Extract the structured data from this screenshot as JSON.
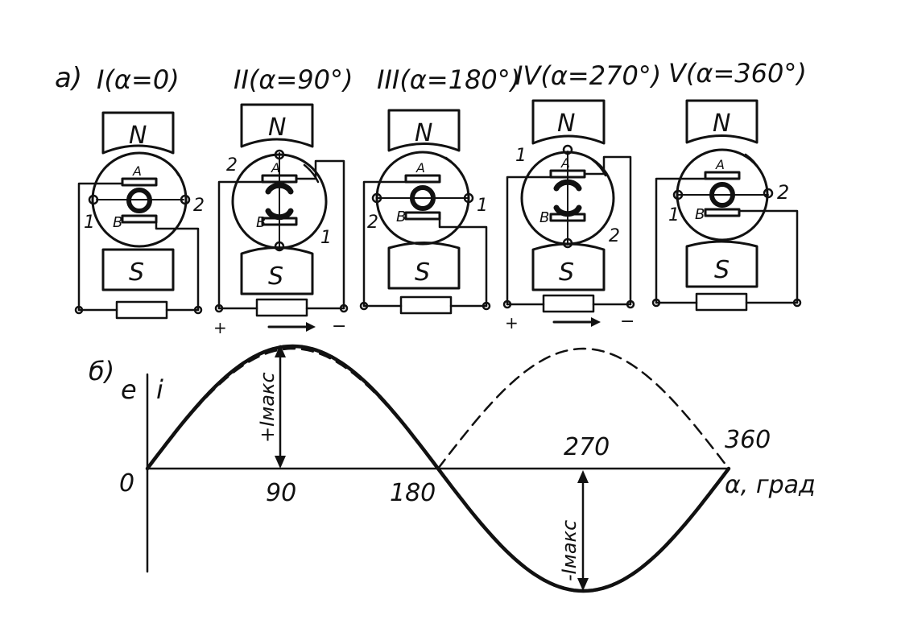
{
  "panel_a": {
    "label": "a)",
    "positions": [
      {
        "title": "I(α=0)",
        "pole_top": "N",
        "pole_bottom": "S",
        "brush_top": "A",
        "brush_bottom": "B",
        "terminal_left": "1",
        "terminal_right": "2",
        "sign_left": "",
        "sign_right": "",
        "arrow": false
      },
      {
        "title": "II(α=90°)",
        "pole_top": "N",
        "pole_bottom": "S",
        "brush_top": "A",
        "brush_bottom": "B",
        "terminal_top": "2",
        "terminal_bottom": "1",
        "sign_left": "+",
        "sign_right": "−",
        "arrow": true
      },
      {
        "title": "III(α=180°)",
        "pole_top": "N",
        "pole_bottom": "S",
        "brush_top": "A",
        "brush_bottom": "B",
        "terminal_left": "2",
        "terminal_right": "1",
        "sign_left": "",
        "sign_right": "",
        "arrow": false
      },
      {
        "title": "IV(α=270°)",
        "pole_top": "N",
        "pole_bottom": "S",
        "brush_top": "A",
        "brush_bottom": "B",
        "terminal_top": "1",
        "terminal_bottom": "2",
        "sign_left": "+",
        "sign_right": "−",
        "arrow": true
      },
      {
        "title": "V(α=360°)",
        "pole_top": "N",
        "pole_bottom": "S",
        "brush_top": "A",
        "brush_bottom": "B",
        "terminal_left": "1",
        "terminal_right": "2",
        "sign_left": "",
        "sign_right": "",
        "arrow": false
      }
    ]
  },
  "panel_b": {
    "label": "б)",
    "y_label_e": "e",
    "y_label_i": "i",
    "x_label": "α, град",
    "origin_label": "0",
    "ticks": [
      "90",
      "180",
      "270",
      "360"
    ],
    "imax_pos_label": "+Iмакс",
    "imax_neg_label": "-Iмакс"
  },
  "chart_data": {
    "type": "line",
    "xlabel": "α, град",
    "xlim": [
      0,
      360
    ],
    "series": [
      {
        "style": "solid",
        "x": [
          0,
          30,
          60,
          90,
          120,
          150,
          180,
          210,
          240,
          270,
          300,
          330,
          360
        ],
        "values": [
          0,
          0.5,
          0.866,
          1,
          0.866,
          0.5,
          0,
          -0.5,
          -0.866,
          -1,
          -0.866,
          -0.5,
          0
        ]
      },
      {
        "style": "dashed",
        "x": [
          0,
          30,
          60,
          90,
          120,
          150,
          180,
          210,
          240,
          270,
          300,
          330,
          360
        ],
        "values": [
          0,
          0.5,
          0.866,
          1,
          0.866,
          0.5,
          0,
          0.5,
          0.866,
          1,
          0.866,
          0.5,
          0
        ]
      }
    ]
  }
}
